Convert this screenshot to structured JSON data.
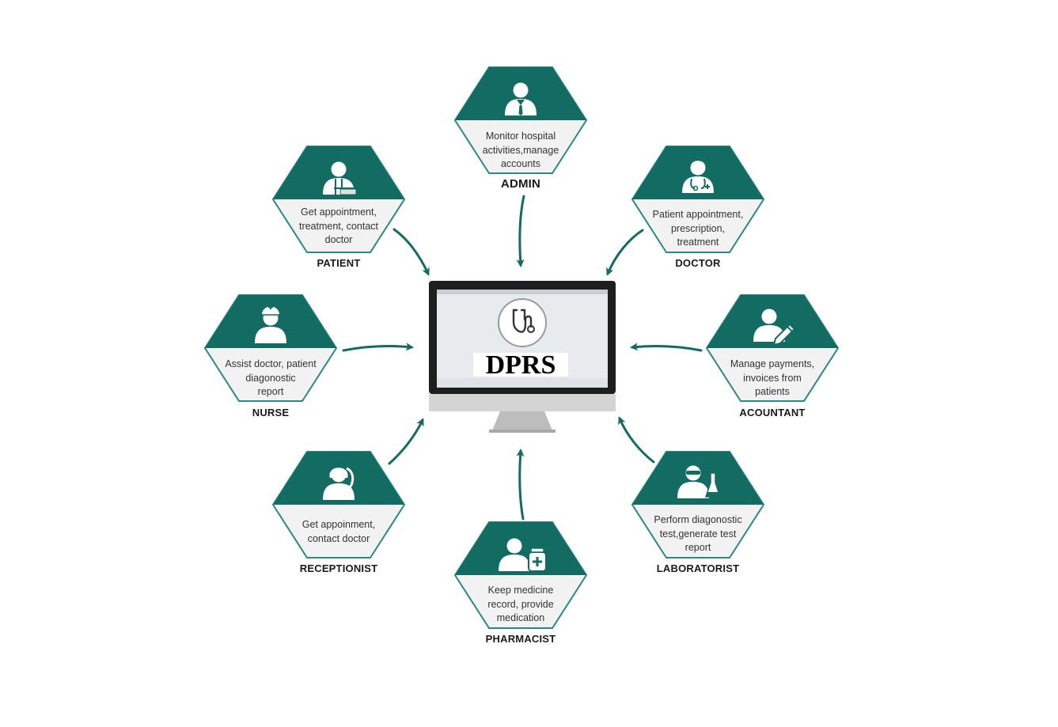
{
  "colors": {
    "teal": "#136c62",
    "teal_light": "#2a8a7f",
    "panel": "#f2f2f2"
  },
  "system": {
    "title": "DPRS",
    "icon": "stethoscope-icon"
  },
  "roles": [
    {
      "key": "admin",
      "label": "ADMIN",
      "description": [
        "Monitor hospital",
        "activities,manage",
        "accounts"
      ],
      "icon": "admin-icon"
    },
    {
      "key": "patient",
      "label": "PATIENT",
      "description": [
        "Get appointment,",
        "treatment, contact",
        "doctor"
      ],
      "icon": "patient-icon"
    },
    {
      "key": "doctor",
      "label": "DOCTOR",
      "description": [
        "Patient appointment,",
        "prescription,",
        "treatment"
      ],
      "icon": "doctor-icon"
    },
    {
      "key": "nurse",
      "label": "NURSE",
      "description": [
        "Assist doctor, patient",
        "diagonostic",
        "report"
      ],
      "icon": "nurse-icon"
    },
    {
      "key": "acountant",
      "label": "ACOUNTANT",
      "description": [
        "Manage payments,",
        "invoices from",
        "patients"
      ],
      "icon": "accountant-pen-icon"
    },
    {
      "key": "receptionist",
      "label": "RECEPTIONIST",
      "description": [
        "Get appoinment,",
        "contact doctor"
      ],
      "icon": "receptionist-phone-icon"
    },
    {
      "key": "pharmacist",
      "label": "PHARMACIST",
      "description": [
        "Keep medicine",
        "record, provide",
        "medication"
      ],
      "icon": "pharmacist-medicine-icon"
    },
    {
      "key": "laboratorist",
      "label": "LABORATORIST",
      "description": [
        "Perform diagonostic",
        "test,generate test",
        "report"
      ],
      "icon": "laboratorist-flask-icon"
    }
  ]
}
